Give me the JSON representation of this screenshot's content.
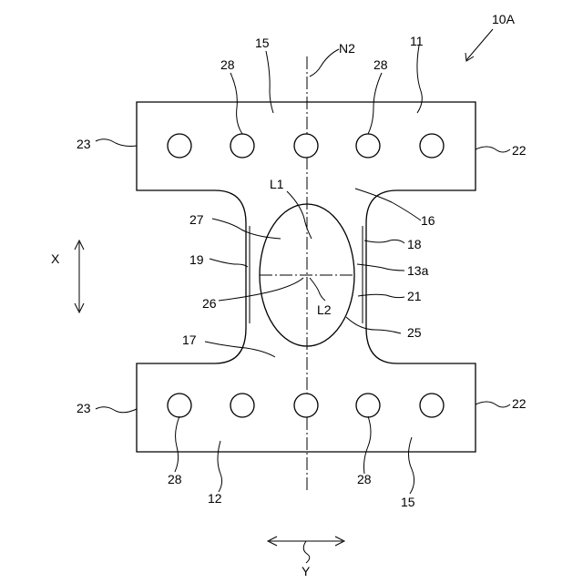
{
  "figure": {
    "title": "10A",
    "labels": {
      "n2": "N2",
      "ref_11": "11",
      "ref_12": "12",
      "ref_15_top": "15",
      "ref_15_bottom": "15",
      "ref_16": "16",
      "ref_17": "17",
      "ref_18": "18",
      "ref_19": "19",
      "ref_13a": "13a",
      "ref_21": "21",
      "ref_22_top": "22",
      "ref_22_bottom": "22",
      "ref_23_top": "23",
      "ref_23_bottom": "23",
      "ref_25": "25",
      "ref_26": "26",
      "ref_27": "27",
      "ref_28_top_left": "28",
      "ref_28_top_right": "28",
      "ref_28_bottom_left": "28",
      "ref_28_bottom_right": "28",
      "l1": "L1",
      "l2": "L2",
      "axis_x": "X",
      "axis_y": "Y"
    }
  }
}
